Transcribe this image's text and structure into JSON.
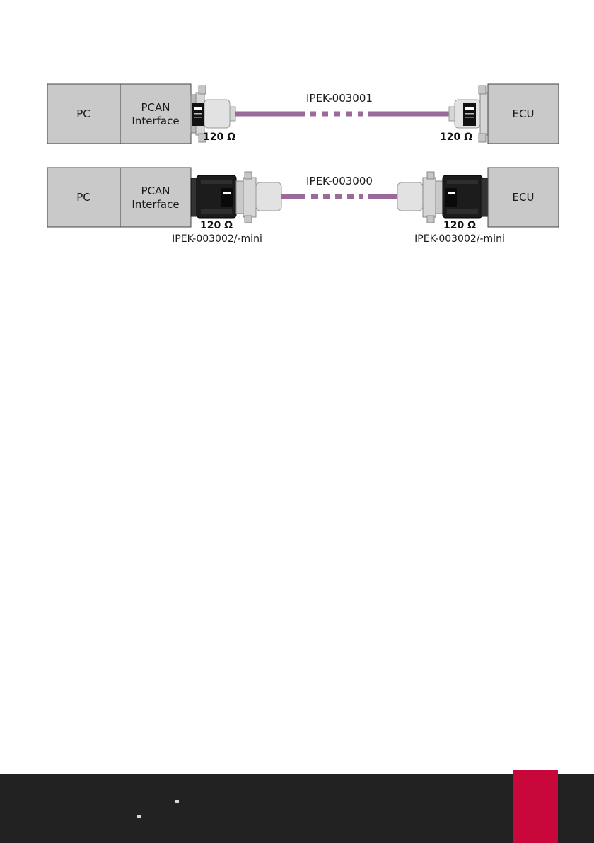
{
  "diagram1": {
    "pc_label": "PC",
    "interface_line1": "PCAN",
    "interface_line2": "Interface",
    "ecu_label": "ECU",
    "cable_label": "IPEK-003001",
    "left_resistor": "120 Ω",
    "right_resistor": "120 Ω"
  },
  "diagram2": {
    "pc_label": "PC",
    "interface_line1": "PCAN",
    "interface_line2": "Interface",
    "ecu_label": "ECU",
    "cable_label": "IPEK-003000",
    "left_resistor": "120 Ω",
    "right_resistor": "120 Ω",
    "left_part": "IPEK-003002/-mini",
    "right_part": "IPEK-003002/-mini"
  },
  "colors": {
    "box_fill": "#c9c9c9",
    "cable": "#9a6a9a",
    "connector_light": "#dcdcdc",
    "connector_dark": "#1c1c1c",
    "footer": "#222222",
    "accent": "#c8073a"
  }
}
